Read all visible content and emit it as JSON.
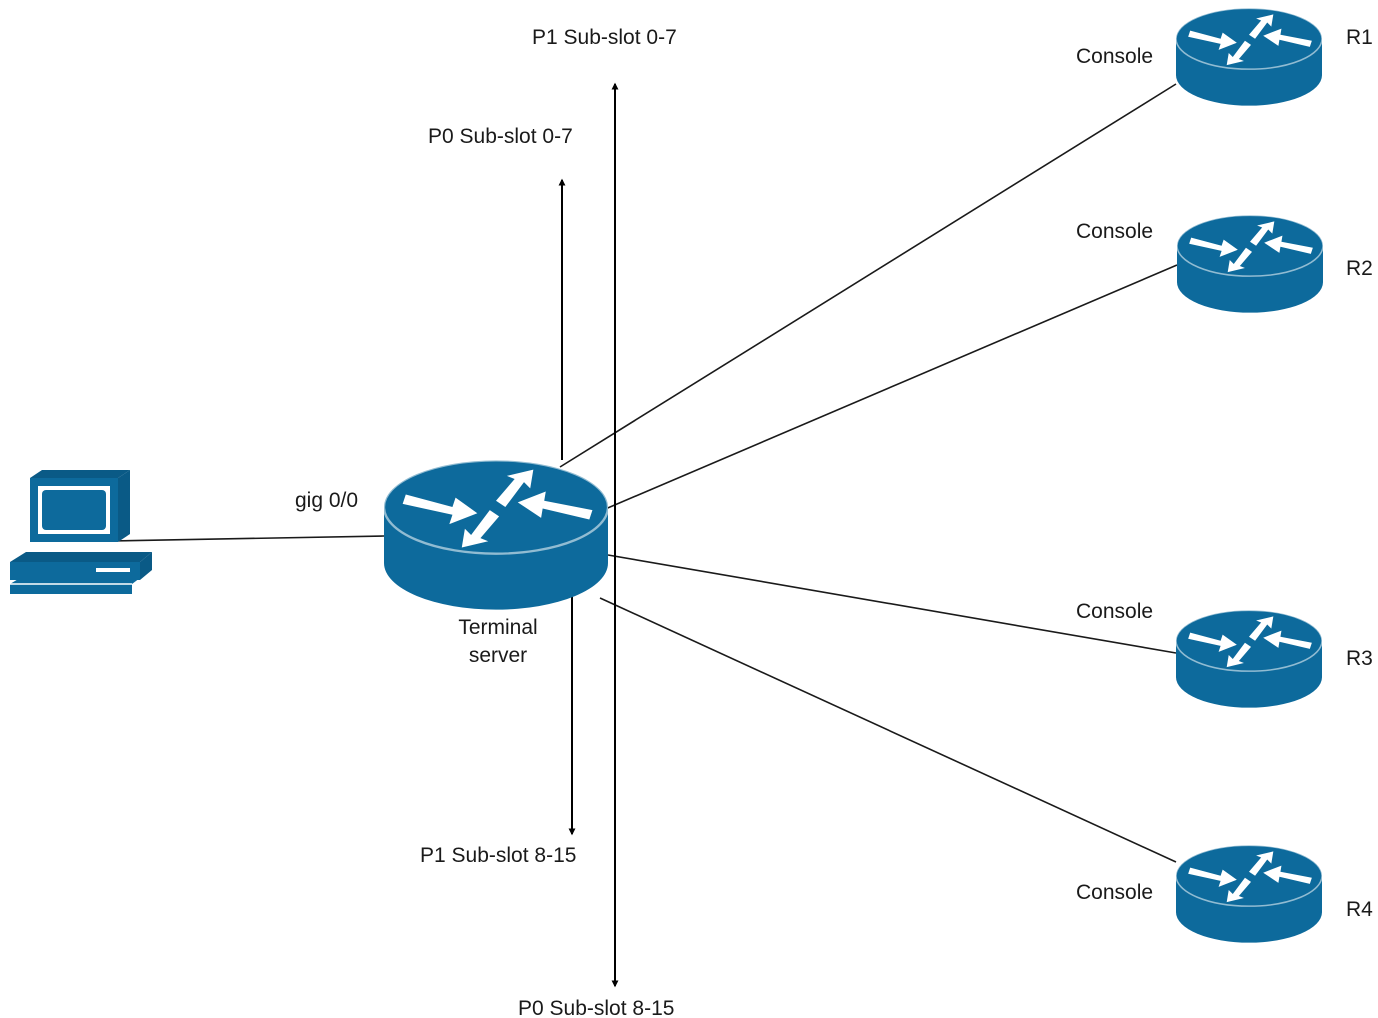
{
  "colors": {
    "device_blue": "#0d6a9c",
    "device_blue_dark": "#0a5a86",
    "arrow_white": "#ffffff",
    "line": "#1a1a1a"
  },
  "pc": {
    "icon": "computer-icon"
  },
  "terminal_server": {
    "icon": "router-icon",
    "label_line1": "Terminal",
    "label_line2": "server",
    "interface_label": "gig 0/0"
  },
  "subslots": {
    "p1_top": "P1 Sub-slot 0-7",
    "p0_top": "P0 Sub-slot 0-7",
    "p1_bottom": "P1 Sub-slot 8-15",
    "p0_bottom": "P0 Sub-slot 8-15"
  },
  "routers": [
    {
      "name": "R1",
      "port_label": "Console"
    },
    {
      "name": "R2",
      "port_label": "Console"
    },
    {
      "name": "R3",
      "port_label": "Console"
    },
    {
      "name": "R4",
      "port_label": "Console"
    }
  ]
}
